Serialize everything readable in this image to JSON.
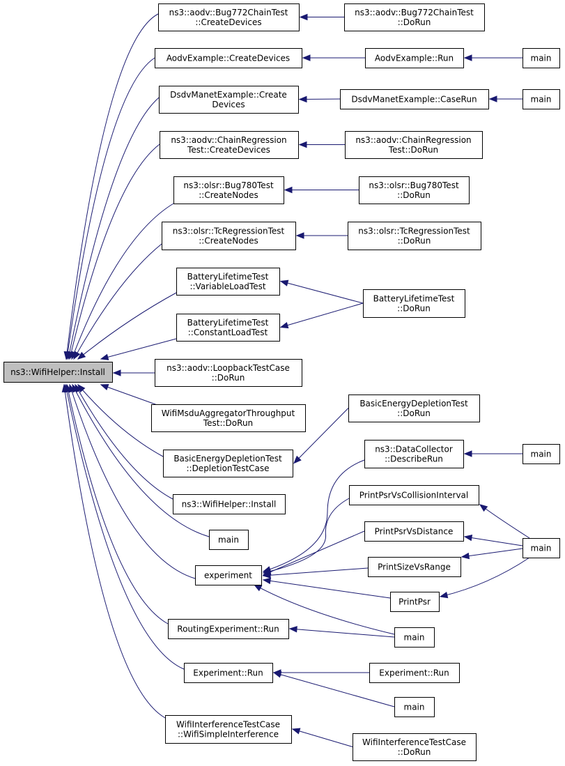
{
  "colors": {
    "edge": "#191970",
    "root_fill": "#bfbfbf",
    "node_fill": "#ffffff",
    "border": "#000000"
  },
  "nodes": [
    {
      "id": "n0",
      "lines": [
        "ns3::WifiHelper::Install"
      ],
      "root": true
    },
    {
      "id": "n1",
      "lines": [
        "ns3::aodv::Bug772ChainTest",
        "::CreateDevices"
      ]
    },
    {
      "id": "n2",
      "lines": [
        "ns3::aodv::Bug772ChainTest",
        "::DoRun"
      ]
    },
    {
      "id": "n3",
      "lines": [
        "AodvExample::CreateDevices"
      ]
    },
    {
      "id": "n4",
      "lines": [
        "AodvExample::Run"
      ]
    },
    {
      "id": "n5",
      "lines": [
        "main"
      ]
    },
    {
      "id": "n6",
      "lines": [
        "DsdvManetExample::Create",
        "Devices"
      ]
    },
    {
      "id": "n7",
      "lines": [
        "DsdvManetExample::CaseRun"
      ]
    },
    {
      "id": "n8",
      "lines": [
        "main"
      ]
    },
    {
      "id": "n9",
      "lines": [
        "ns3::aodv::ChainRegression",
        "Test::CreateDevices"
      ]
    },
    {
      "id": "n10",
      "lines": [
        "ns3::aodv::ChainRegression",
        "Test::DoRun"
      ]
    },
    {
      "id": "n11",
      "lines": [
        "ns3::olsr::Bug780Test",
        "::CreateNodes"
      ]
    },
    {
      "id": "n12",
      "lines": [
        "ns3::olsr::Bug780Test",
        "::DoRun"
      ]
    },
    {
      "id": "n13",
      "lines": [
        "ns3::olsr::TcRegressionTest",
        "::CreateNodes"
      ]
    },
    {
      "id": "n14",
      "lines": [
        "ns3::olsr::TcRegressionTest",
        "::DoRun"
      ]
    },
    {
      "id": "n15",
      "lines": [
        "BatteryLifetimeTest",
        "::VariableLoadTest"
      ]
    },
    {
      "id": "n16",
      "lines": [
        "BatteryLifetimeTest",
        "::DoRun"
      ]
    },
    {
      "id": "n17",
      "lines": [
        "BatteryLifetimeTest",
        "::ConstantLoadTest"
      ]
    },
    {
      "id": "n18",
      "lines": [
        "ns3::aodv::LoopbackTestCase",
        "::DoRun"
      ]
    },
    {
      "id": "n19",
      "lines": [
        "WifiMsduAggregatorThroughput",
        "Test::DoRun"
      ]
    },
    {
      "id": "n20",
      "lines": [
        "BasicEnergyDepletionTest",
        "::DoRun"
      ]
    },
    {
      "id": "n21",
      "lines": [
        "BasicEnergyDepletionTest",
        "::DepletionTestCase"
      ]
    },
    {
      "id": "n22",
      "lines": [
        "ns3::DataCollector",
        "::DescribeRun"
      ]
    },
    {
      "id": "n23",
      "lines": [
        "main"
      ]
    },
    {
      "id": "n24",
      "lines": [
        "ns3::WifiHelper::Install"
      ]
    },
    {
      "id": "n25",
      "lines": [
        "PrintPsrVsCollisionInterval"
      ]
    },
    {
      "id": "n26",
      "lines": [
        "main"
      ]
    },
    {
      "id": "n27",
      "lines": [
        "PrintPsrVsDistance"
      ]
    },
    {
      "id": "n28",
      "lines": [
        "main"
      ]
    },
    {
      "id": "n29",
      "lines": [
        "experiment"
      ]
    },
    {
      "id": "n30",
      "lines": [
        "PrintSizeVsRange"
      ]
    },
    {
      "id": "n31",
      "lines": [
        "PrintPsr"
      ]
    },
    {
      "id": "n32",
      "lines": [
        "RoutingExperiment::Run"
      ]
    },
    {
      "id": "n33",
      "lines": [
        "main"
      ]
    },
    {
      "id": "n34",
      "lines": [
        "Experiment::Run"
      ]
    },
    {
      "id": "n35",
      "lines": [
        "Experiment::Run"
      ]
    },
    {
      "id": "n36",
      "lines": [
        "main"
      ]
    },
    {
      "id": "n37",
      "lines": [
        "WifiInterferenceTestCase",
        "::WifiSimpleInterference"
      ]
    },
    {
      "id": "n38",
      "lines": [
        "WifiInterferenceTestCase",
        "::DoRun"
      ]
    }
  ],
  "edges": [
    {
      "from": "n1",
      "to": "n0"
    },
    {
      "from": "n2",
      "to": "n1"
    },
    {
      "from": "n3",
      "to": "n0"
    },
    {
      "from": "n4",
      "to": "n3"
    },
    {
      "from": "n5",
      "to": "n4"
    },
    {
      "from": "n6",
      "to": "n0"
    },
    {
      "from": "n7",
      "to": "n6"
    },
    {
      "from": "n8",
      "to": "n7"
    },
    {
      "from": "n9",
      "to": "n0"
    },
    {
      "from": "n10",
      "to": "n9"
    },
    {
      "from": "n11",
      "to": "n0"
    },
    {
      "from": "n12",
      "to": "n11"
    },
    {
      "from": "n13",
      "to": "n0"
    },
    {
      "from": "n14",
      "to": "n13"
    },
    {
      "from": "n15",
      "to": "n0"
    },
    {
      "from": "n16",
      "to": "n15"
    },
    {
      "from": "n17",
      "to": "n0"
    },
    {
      "from": "n16",
      "to": "n17"
    },
    {
      "from": "n18",
      "to": "n0"
    },
    {
      "from": "n19",
      "to": "n0"
    },
    {
      "from": "n21",
      "to": "n0"
    },
    {
      "from": "n20",
      "to": "n21"
    },
    {
      "from": "n24",
      "to": "n0"
    },
    {
      "from": "n28",
      "to": "n0"
    },
    {
      "from": "n29",
      "to": "n0"
    },
    {
      "from": "n22",
      "to": "n29"
    },
    {
      "from": "n23",
      "to": "n22"
    },
    {
      "from": "n25",
      "to": "n29"
    },
    {
      "from": "n26",
      "to": "n25"
    },
    {
      "from": "n27",
      "to": "n29"
    },
    {
      "from": "n26",
      "to": "n27"
    },
    {
      "from": "n30",
      "to": "n29"
    },
    {
      "from": "n26",
      "to": "n30"
    },
    {
      "from": "n31",
      "to": "n29"
    },
    {
      "from": "n26",
      "to": "n31"
    },
    {
      "from": "n33",
      "to": "n29"
    },
    {
      "from": "n32",
      "to": "n0"
    },
    {
      "from": "n33",
      "to": "n32"
    },
    {
      "from": "n34",
      "to": "n0"
    },
    {
      "from": "n35",
      "to": "n34"
    },
    {
      "from": "n36",
      "to": "n34"
    },
    {
      "from": "n37",
      "to": "n0"
    },
    {
      "from": "n38",
      "to": "n37"
    }
  ]
}
